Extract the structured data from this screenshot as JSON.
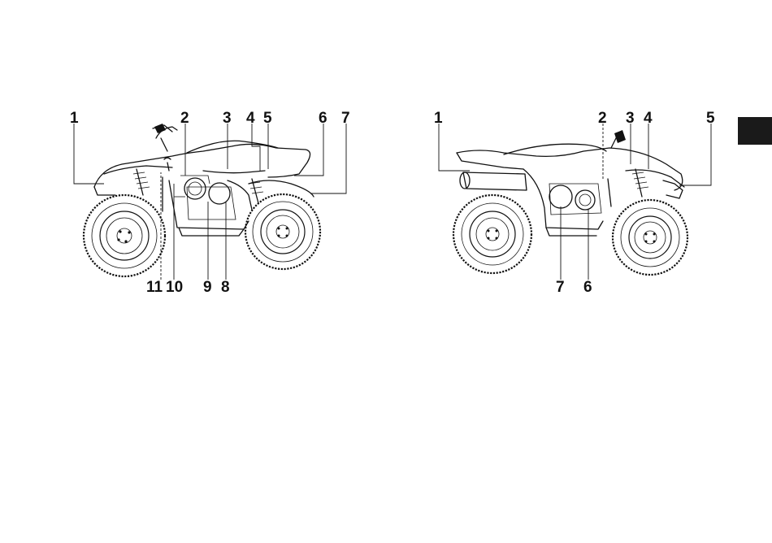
{
  "colors": {
    "ink": "#111111",
    "background": "#ffffff",
    "tab_marker": "#1a1a1a"
  },
  "left_view": {
    "callouts": [
      "1",
      "2",
      "3",
      "4",
      "5",
      "6",
      "7",
      "8",
      "9",
      "10",
      "11"
    ]
  },
  "right_view": {
    "callouts": [
      "1",
      "2",
      "3",
      "4",
      "5",
      "6",
      "7"
    ]
  }
}
